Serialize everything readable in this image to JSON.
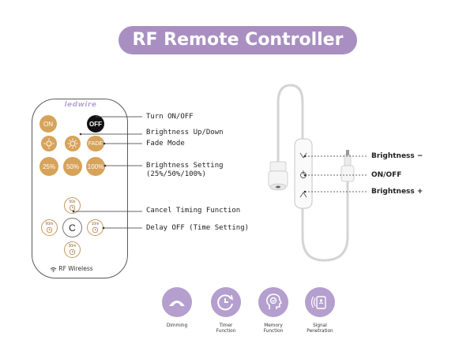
{
  "title": "RF Remote Controller",
  "remote": {
    "brand": "ledwire",
    "buttons": {
      "on": "ON",
      "off": "OFF",
      "fade": "FADE",
      "pct25": "25%",
      "pct50": "50%",
      "pct100": "100%",
      "cancel": "C",
      "t60s": "60s",
      "t60m": "60m",
      "t10m": "10m",
      "t30m": "30m"
    },
    "footer": "RF Wireless"
  },
  "callouts": {
    "turn_onoff": "Turn ON/OFF",
    "brightness_updown": "Brightness Up/Down",
    "fade_mode": "Fade Mode",
    "brightness_setting_1": "Brightness Setting",
    "brightness_setting_2": "(25%/50%/100%)",
    "cancel_timing": "Cancel Timing Function",
    "delay_off": "Delay OFF (Time Setting)"
  },
  "inline_controller": {
    "brightness_minus": "Brightness −",
    "onoff": "ON/OFF",
    "brightness_plus": "Brightness +"
  },
  "features": [
    {
      "label": "Dimming",
      "icon": "dimming-icon"
    },
    {
      "label": "Timer\nFunction",
      "icon": "timer-icon"
    },
    {
      "label": "Memory\nFunction",
      "icon": "memory-icon"
    },
    {
      "label": "Signal\nPenetration",
      "icon": "signal-icon"
    }
  ],
  "colors": {
    "accent_purple": "#a98fc1",
    "button_gold": "#d7a35a"
  }
}
